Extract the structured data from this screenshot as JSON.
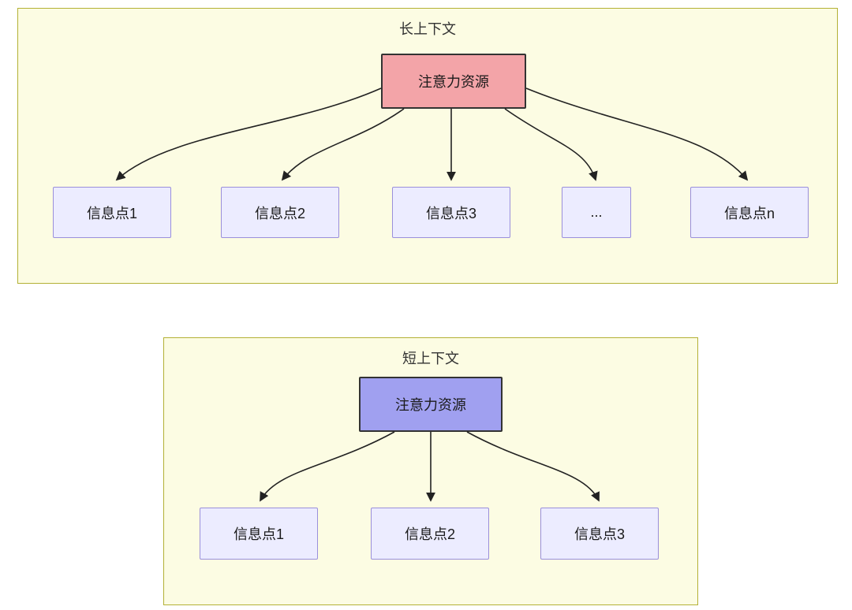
{
  "diagram": {
    "long_context": {
      "title": "长上下文",
      "attention": {
        "label": "注意力资源"
      },
      "nodes": [
        {
          "label": "信息点1"
        },
        {
          "label": "信息点2"
        },
        {
          "label": "信息点3"
        },
        {
          "label": "..."
        },
        {
          "label": "信息点n"
        }
      ]
    },
    "short_context": {
      "title": "短上下文",
      "attention": {
        "label": "注意力资源"
      },
      "nodes": [
        {
          "label": "信息点1"
        },
        {
          "label": "信息点2"
        },
        {
          "label": "信息点3"
        }
      ]
    },
    "colors": {
      "panel_bg": "#fcfce3",
      "panel_border": "#b3b135",
      "node_bg": "#ececff",
      "node_border": "#9a8fdb",
      "attention_long_bg": "#f3a4a8",
      "attention_short_bg": "#a0a0f0",
      "attention_border": "#333333",
      "arrow": "#222222"
    }
  }
}
